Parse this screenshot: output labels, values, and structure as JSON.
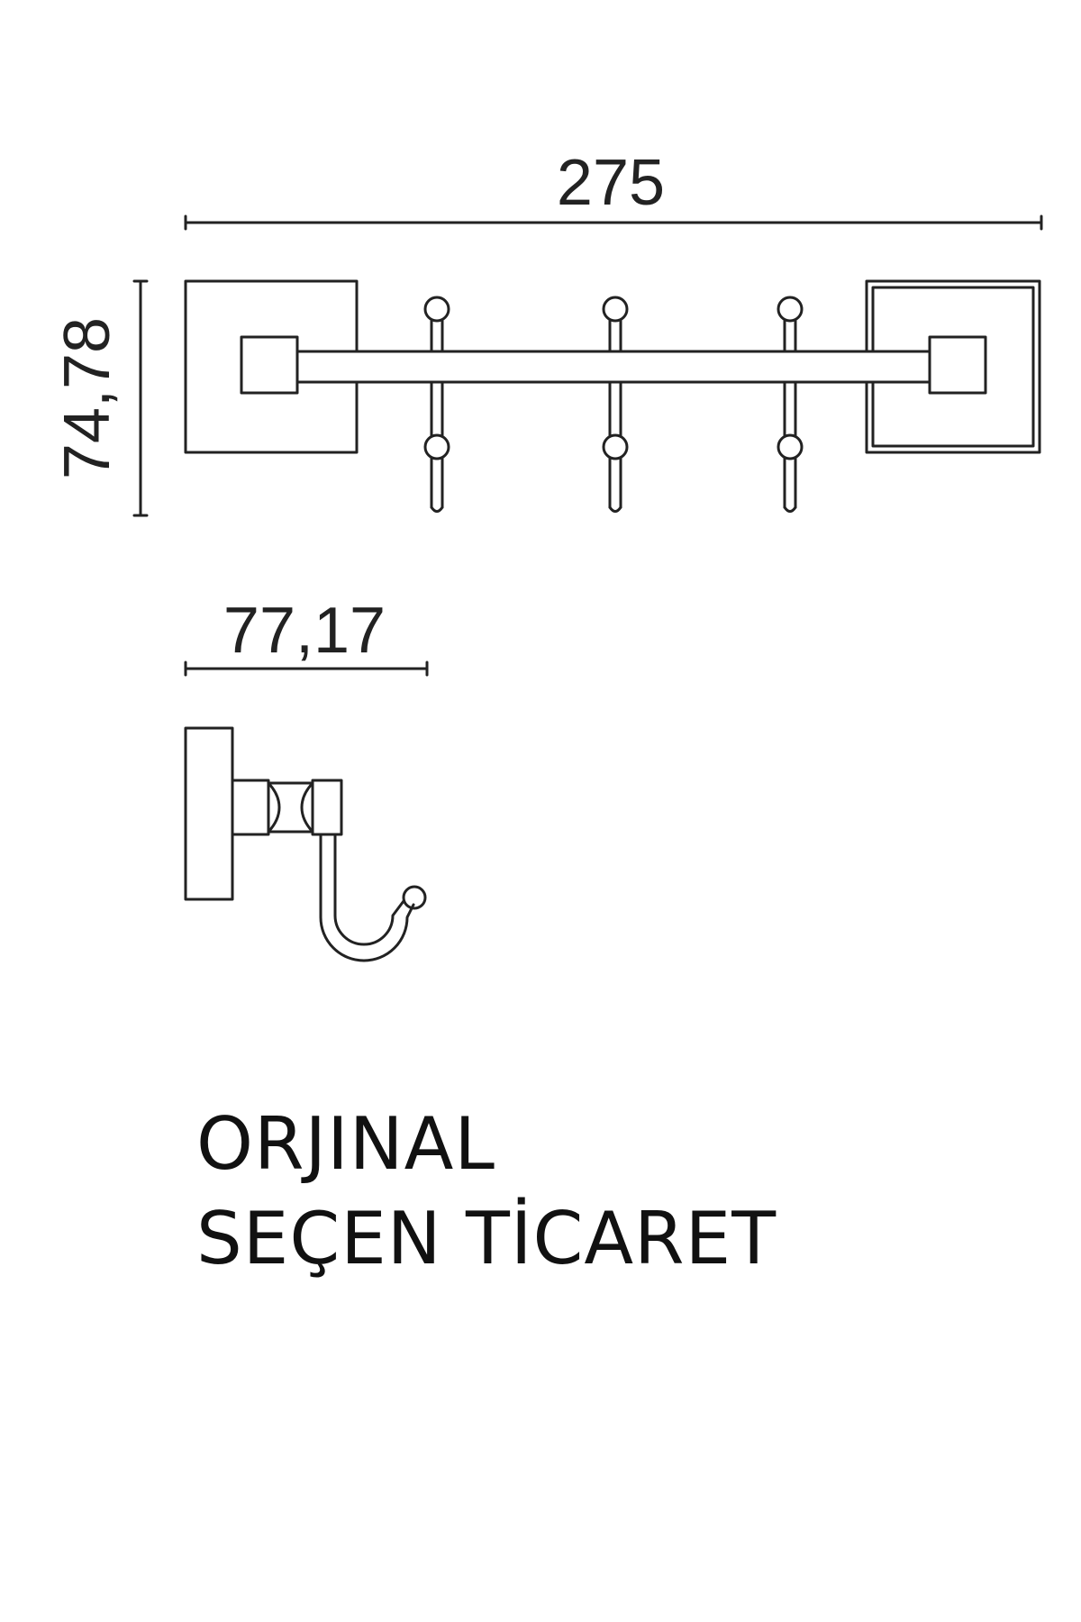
{
  "dimensions": {
    "width": "275",
    "height": "74,78",
    "depth": "77,17"
  },
  "caption": {
    "line1": "ORJINAL",
    "line2": "SEÇEN TİCARET"
  },
  "colors": {
    "line": "#222222",
    "background": "#ffffff"
  }
}
